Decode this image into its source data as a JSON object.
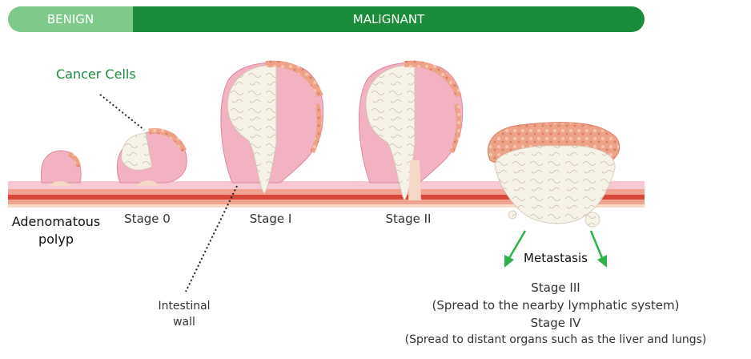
{
  "header": {
    "benign_label": "BENIGN",
    "malignant_label": "MALIGNANT",
    "colors": {
      "benign": "#7fc98a",
      "malignant": "#1a8c3c"
    }
  },
  "labels": {
    "cancer_cells": "Cancer Cells",
    "adenomatous_polyp": "Adenomatous polyp",
    "stage0": "Stage 0",
    "stage1": "Stage I",
    "stage2": "Stage II",
    "intestinal_wall": "Intestinal wall",
    "metastasis": "Metastasis",
    "stage3": "Stage III",
    "stage3_desc": "(Spread to the nearby lymphatic system)",
    "stage4": "Stage IV",
    "stage4_desc": "(Spread to distant organs such as the liver and lungs)"
  },
  "colors": {
    "accent_green": "#1a8c3c",
    "arrow_green": "#2db34a",
    "tissue_pink": "#f2b6c4",
    "wall_red": "#e05a4a",
    "cancer_white": "#f4f0e6",
    "cancer_dots": "#e89a7e"
  }
}
